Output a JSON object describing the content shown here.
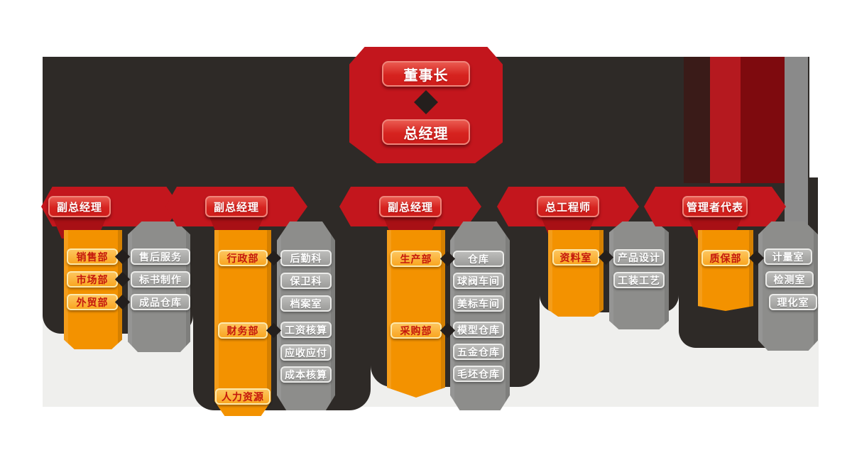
{
  "org": {
    "top": {
      "chairman": "董事长",
      "general_manager": "总经理"
    },
    "branches": [
      {
        "head": "副总经理",
        "depts": [
          "销售部",
          "市场部",
          "外贸部"
        ],
        "subs": [
          "售后服务",
          "标书制作",
          "成品仓库"
        ]
      },
      {
        "head": "副总经理",
        "depts": [
          "行政部",
          "财务部",
          "人力资源"
        ],
        "subs": [
          "后勤科",
          "保卫科",
          "档案室",
          "工资核算",
          "应收应付",
          "成本核算"
        ]
      },
      {
        "head": "副总经理",
        "depts": [
          "生产部",
          "采购部"
        ],
        "subs": [
          "仓库",
          "球阀车间",
          "美标车间",
          "模型仓库",
          "五金仓库",
          "毛坯仓库"
        ]
      },
      {
        "head": "总工程师",
        "depts": [
          "资料室"
        ],
        "subs": [
          "产品设计",
          "工装工艺"
        ]
      },
      {
        "head": "管理者代表",
        "depts": [
          "质保部"
        ],
        "subs": [
          "计量室",
          "检测室",
          "理化室"
        ]
      }
    ],
    "colors": {
      "background_dark": "#2e2a27",
      "ribbon_red": "#c3161d",
      "node_red": "#d6231f",
      "ribbon_orange": "#f39200",
      "node_orange": "#f9a621",
      "dept_text_red": "#c4170c",
      "ribbon_gray": "#8d8d8b",
      "node_gray": "#9c9c9a",
      "light_band": "#efefed",
      "diamond_dark": "#241f1d"
    }
  }
}
